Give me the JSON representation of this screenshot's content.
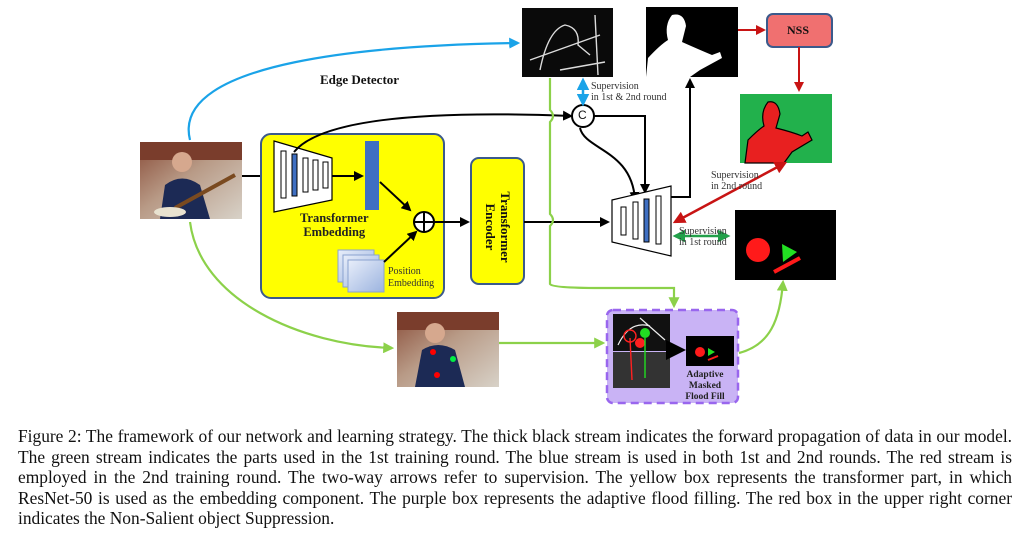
{
  "figure": {
    "labels": {
      "edge_detector": "Edge Detector",
      "transformer_embedding": [
        "Transformer",
        "Embedding"
      ],
      "position_embedding": [
        "Position",
        "Embedding"
      ],
      "transformer_encoder": [
        "Transformer",
        "Encoder"
      ],
      "nss": "NSS",
      "concat": "C",
      "supervision_both": [
        "Supervision",
        "in 1st & 2nd round"
      ],
      "supervision_2nd": [
        "Supervision",
        "in 2nd round"
      ],
      "supervision_1st": [
        "Supervision",
        "in 1st round"
      ],
      "flood_fill": [
        "Adaptive Masked",
        "Flood Fill"
      ]
    },
    "colors": {
      "yellow_box": "#ffff00",
      "yellow_border": "#3b5a8c",
      "blue_stream": "#1aa3e8",
      "green_stream": "#8cd14a",
      "red_stream": "#c81414",
      "supervision_green": "#22a04a",
      "nss_fill": "#f07070",
      "nss_border": "#3b5a8c",
      "purple_box": "#c9b3f5",
      "purple_border": "#9966ee",
      "feature_blue": "#3f6fc2"
    }
  },
  "caption": {
    "text": "Figure 2: The framework of our network and learning strategy. The thick black stream indicates the forward propagation of data in our model. The green stream indicates the parts used in the 1st training round. The blue stream is used in both 1st and 2nd rounds. The red stream is employed in the 2nd training round. The two-way arrows refer to supervision. The yellow box represents the transformer part, in which ResNet-50 is used as the embedding component. The purple box represents the adaptive flood filling. The red box in the upper right corner indicates the Non-Salient object Suppression."
  }
}
